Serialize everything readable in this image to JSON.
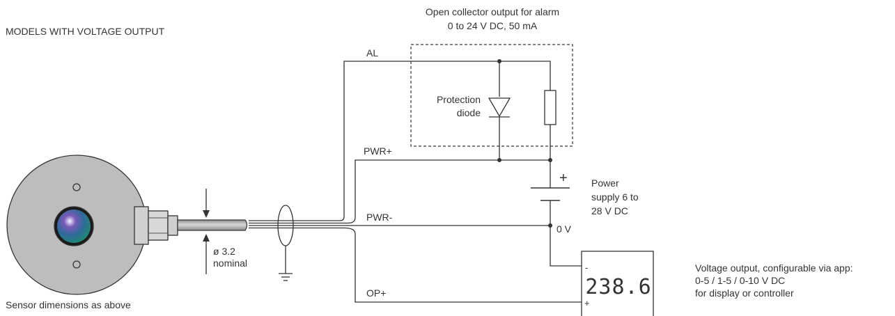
{
  "title": "MODELS WITH VOLTAGE OUTPUT",
  "alarm_box": {
    "line1": "Open collector output for alarm",
    "line2": "0 to 24 V DC, 50 mA"
  },
  "protection_diode": {
    "line1": "Protection",
    "line2": "diode"
  },
  "wires": {
    "al": "AL",
    "pwr_plus": "PWR+",
    "pwr_minus": "PWR-",
    "op_plus": "OP+"
  },
  "power_supply": {
    "line1": "Power",
    "line2": "supply 6 to",
    "line3": "28 V DC",
    "plus": "+"
  },
  "zero_volt": "0 V",
  "cable": {
    "diameter": "ø 3.2",
    "nominal": "nominal"
  },
  "display": {
    "value": "238.6",
    "minus": "-",
    "plus": "+"
  },
  "voltage_output": {
    "line1": "Voltage output, configurable via app:",
    "line2": "0-5 / 1-5 / 0-10 V DC",
    "line3": "for display or controller"
  },
  "sensor_caption": "Sensor dimensions as above",
  "colors": {
    "sensor_body": "#bdbdbd",
    "line": "#333333"
  }
}
